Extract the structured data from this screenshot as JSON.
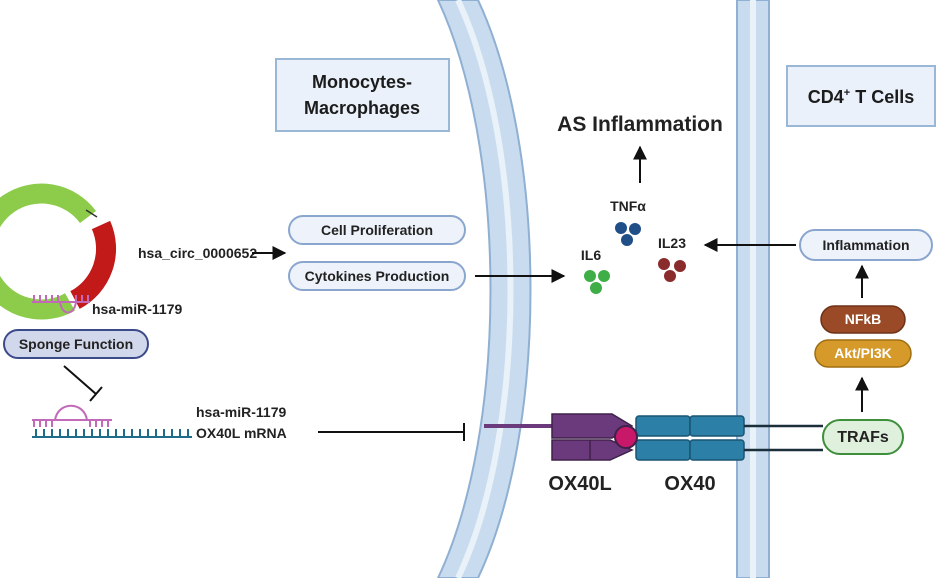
{
  "boxes": {
    "monocytes_line1": "Monocytes-",
    "monocytes_line2": "Macrophages",
    "cd4_main": "CD4",
    "cd4_sup": "+",
    "cd4_rest": " T Cells"
  },
  "labels": {
    "as_inflammation": "AS Inflammation",
    "tnfa": "TNFα",
    "il6": "IL6",
    "il23": "IL23",
    "circ": "hsa_circ_0000652",
    "mir_top": "hsa-miR-1179",
    "sponge": "Sponge Function",
    "mir_bottom": "hsa-miR-1179",
    "ox40l_mrna": "OX40L mRNA",
    "cell_prolif": "Cell Proliferation",
    "cytokines": "Cytokines Production",
    "inflammation": "Inflammation",
    "nfkb": "NFkB",
    "akt": "Akt/PI3K",
    "trafs": "TRAFs",
    "ox40l": "OX40L",
    "ox40": "OX40"
  },
  "colors": {
    "membrane_fill": "#c9dcef",
    "membrane_stroke": "#8fb0d2",
    "box_fill": "#eaf1fa",
    "box_stroke": "#9bb7d6",
    "pill_fill": "#eef3fb",
    "pill_stroke": "#8aa6cf",
    "sponge_fill": "#d2d8ec",
    "sponge_stroke": "#3b4a8a",
    "nfkb": "#9a4a26",
    "akt": "#d69a2a",
    "trafs_fill": "#dff0dc",
    "trafs_stroke": "#3e8f3c",
    "circ_green": "#8ccc4a",
    "circ_red": "#c21919",
    "mirna": "#c26ab8",
    "mrna": "#1d6c8c",
    "ox40l": "#6b3a7d",
    "ox40": "#2c7fa6",
    "ox40l_core": "#c8186a",
    "tnfa_dots": "#1f4f86",
    "il6_dots": "#3fae47",
    "il23_dots": "#8b2c2c"
  }
}
